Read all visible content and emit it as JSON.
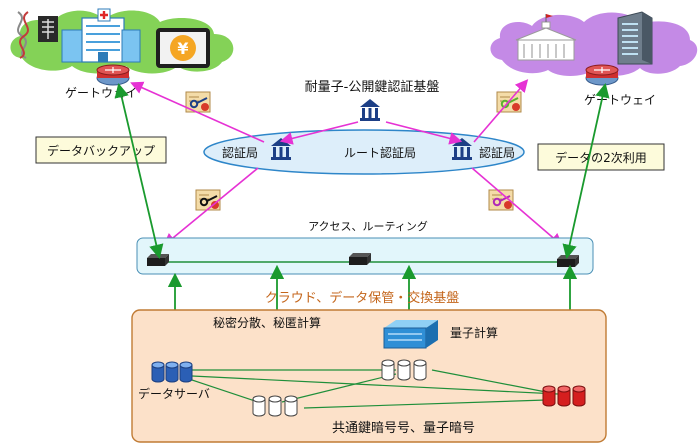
{
  "labels": {
    "gateway_left": "ゲートウェイ",
    "gateway_right": "ゲートウェイ",
    "pki_title": "耐量子-公開鍵認証基盤",
    "root_ca": "ルート認証局",
    "ca_left": "認証局",
    "ca_right": "認証局",
    "backup": "データバックアップ",
    "secondary_use": "データの2次利用",
    "routing": "アクセス、ルーティング",
    "cloud_title": "クラウド、データ保管・交換基盤",
    "secret_sharing": "秘密分散、秘匿計算",
    "quantum_computing": "量子計算",
    "data_server": "データサーバ",
    "encryption": "共通鍵暗号号、量子暗号"
  },
  "colors": {
    "green_cloud": "#84d257",
    "purple_cloud": "#c48ae6",
    "ellipse_fill": "#ddeefa",
    "ellipse_stroke": "#2e86c9",
    "routing_fill": "#e2f6fb",
    "cloud_fill": "#fce1c9",
    "cloud_stroke": "#c07b34",
    "cloud_title": "#c4661c",
    "arrow_green": "#1a9a2e",
    "arrow_magenta": "#e632d4",
    "line_green": "#1f8f3a",
    "label_box": "#fdfbdb"
  },
  "icons": [
    "dna-icon",
    "xray-icon",
    "hospital-icon",
    "tablet-yen-icon",
    "router-icon",
    "certificate-icon",
    "bank-icon",
    "white-house-icon",
    "office-building-icon",
    "network-switch-icon",
    "database-icon",
    "quantum-computer-icon"
  ]
}
